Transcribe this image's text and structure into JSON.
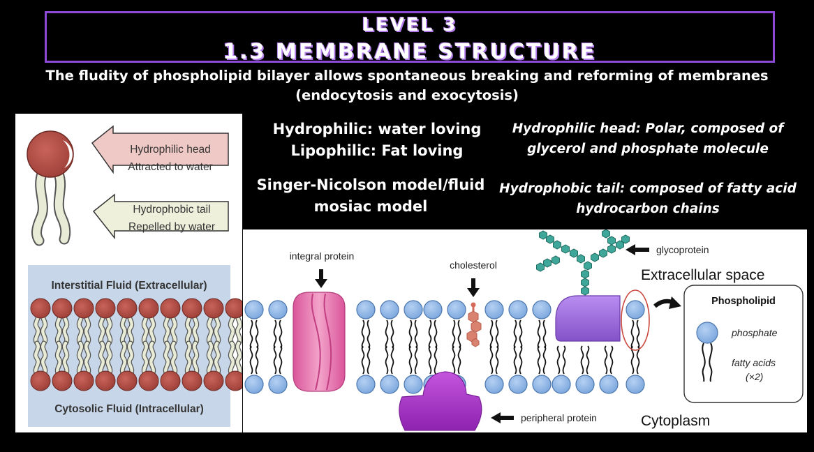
{
  "title": {
    "line1": "LEVEL 3",
    "line2": "1.3 MEMBRANE STRUCTURE"
  },
  "subtitle": {
    "line1": "The fludity of phospholipid bilayer allows spontaneous breaking and reforming of membranes",
    "line2": "(endocytosis and exocytosis)"
  },
  "definitions": {
    "hydrophilic": "Hydrophilic: water loving",
    "lipophilic": "Lipophilic: Fat loving",
    "model_line1": "Singer-Nicolson model/fluid",
    "model_line2": "mosiac model"
  },
  "notes": {
    "head_line1": "Hydrophilic head: Polar, composed of",
    "head_line2": "glycerol and phosphate molecule",
    "tail_line1": "Hydrophobic tail: composed of fatty acid",
    "tail_line2": "hydrocarbon chains"
  },
  "left_diagram": {
    "head_label_1": "Hydrophilic head",
    "head_label_2": "Attracted to water",
    "tail_label_1": "Hydrophobic tail",
    "tail_label_2": "Repelled by water",
    "top_fluid": "Interstitial Fluid  (Extracellular)",
    "bottom_fluid": "Cytosolic Fluid  (Intracellular)"
  },
  "membrane_diagram": {
    "integral_protein": "integral protein",
    "cholesterol": "cholesterol",
    "glycoprotein": "glycoprotein",
    "peripheral_protein": "peripheral protein",
    "extracellular": "Extracellular space",
    "cytoplasm": "Cytoplasm",
    "legend_title": "Phospholipid",
    "legend_phosphate": "phosphate",
    "legend_fatty_1": "fatty acids",
    "legend_fatty_2": "(×2)"
  },
  "colors": {
    "background": "#000000",
    "title_border": "#8e4ad6",
    "head_red": "#b8534a",
    "head_blue": "#8fb5e6",
    "integral_pink": "#e874ae",
    "peripheral_purple": "#a83cc9",
    "glyco_purple": "#9b6ad6",
    "glyco_teal": "#3fa79a"
  }
}
